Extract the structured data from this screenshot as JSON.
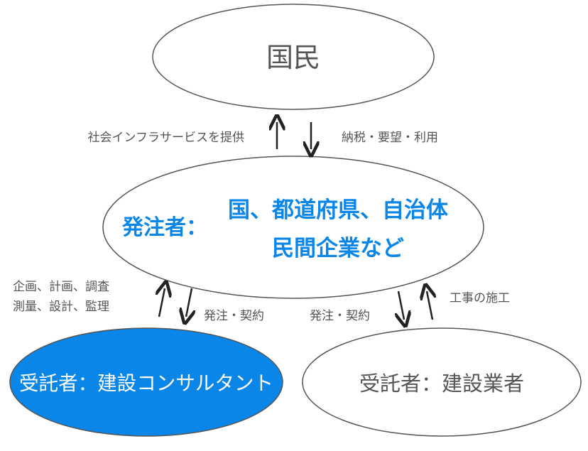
{
  "colors": {
    "accent": "#0a86e8",
    "stroke": "#555555",
    "text": "#555555",
    "arrow": "#222222",
    "white": "#ffffff"
  },
  "nodes": {
    "citizens": "国民",
    "orderer": {
      "prefix": "発注者：",
      "line1": "国、都道府県、自治体",
      "line2": "民間企業など"
    },
    "consultant": "受託者：建設コンサルタント",
    "contractor": "受託者：建設業者"
  },
  "labels": {
    "provide_infra": "社会インフラサービスを提供",
    "tax_requests": "納税・要望・利用",
    "consultant_services_line1": "企画、計画、調査",
    "consultant_services_line2": "測量、設計、監理",
    "order_contract_consultant": "発注・契約",
    "order_contract_contractor": "発注・契約",
    "construction_work": "工事の施工"
  }
}
